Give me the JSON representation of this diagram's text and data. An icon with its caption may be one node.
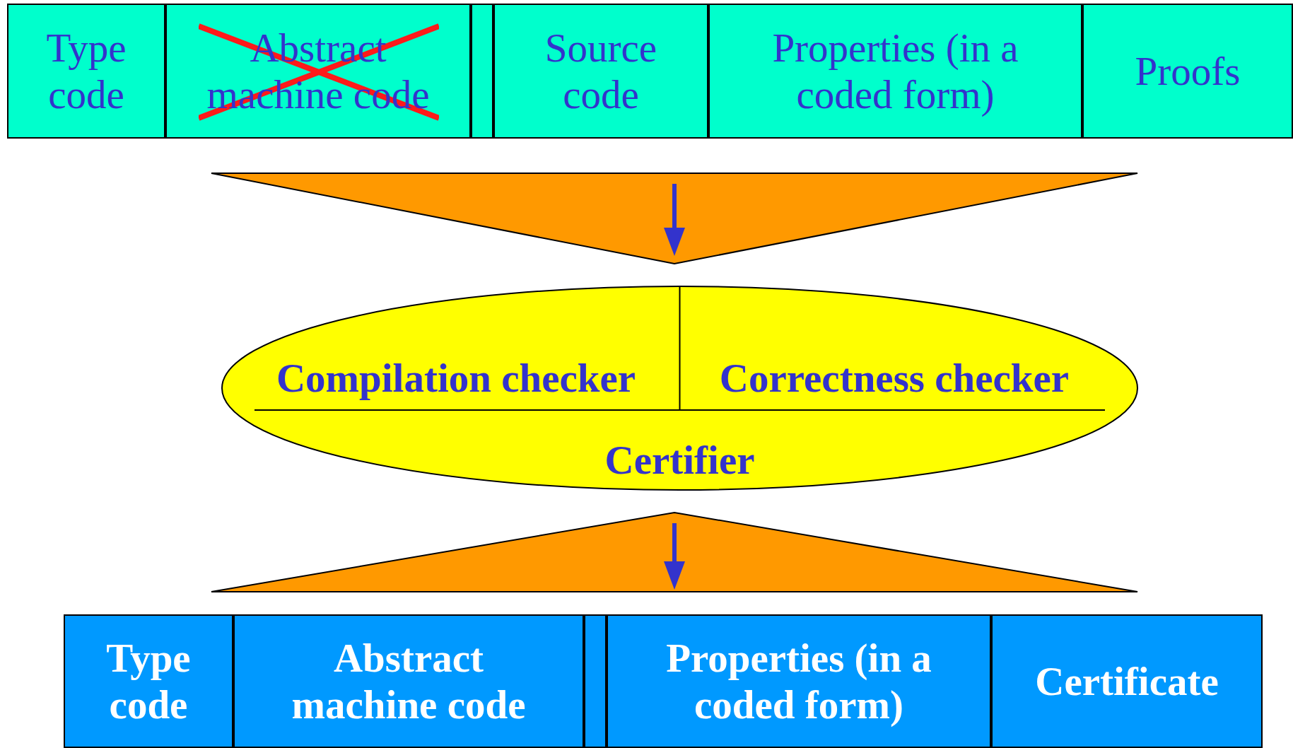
{
  "diagram": {
    "nodes": [
      {
        "text": [
          "Type code"
        ]
      },
      {
        "text": [
          "Abstract machine code"
        ]
      },
      {
        "text": [],
        "shape": "box"
      },
      {
        "text": [
          "Source code"
        ]
      },
      {
        "text": [
          "Properties (in a coded form)"
        ]
      },
      {
        "text": [
          "Proofs"
        ]
      },
      {
        "text": [],
        "shape": "triangle"
      },
      {
        "text": [
          "Certifier"
        ]
      },
      {
        "text": [
          "Compilation checker"
        ],
        "in": 7
      },
      {
        "text": [
          "Correctness checker"
        ],
        "in": 7
      },
      {
        "text": [],
        "shape": "triangle"
      },
      {
        "text": [
          "Type code"
        ]
      },
      {
        "text": [
          "Abstract machine code"
        ]
      },
      {
        "text": [],
        "shape": "box"
      },
      {
        "text": [
          "Properties (in a coded form)"
        ]
      },
      {
        "text": [
          "Certificate"
        ]
      }
    ]
  }
}
